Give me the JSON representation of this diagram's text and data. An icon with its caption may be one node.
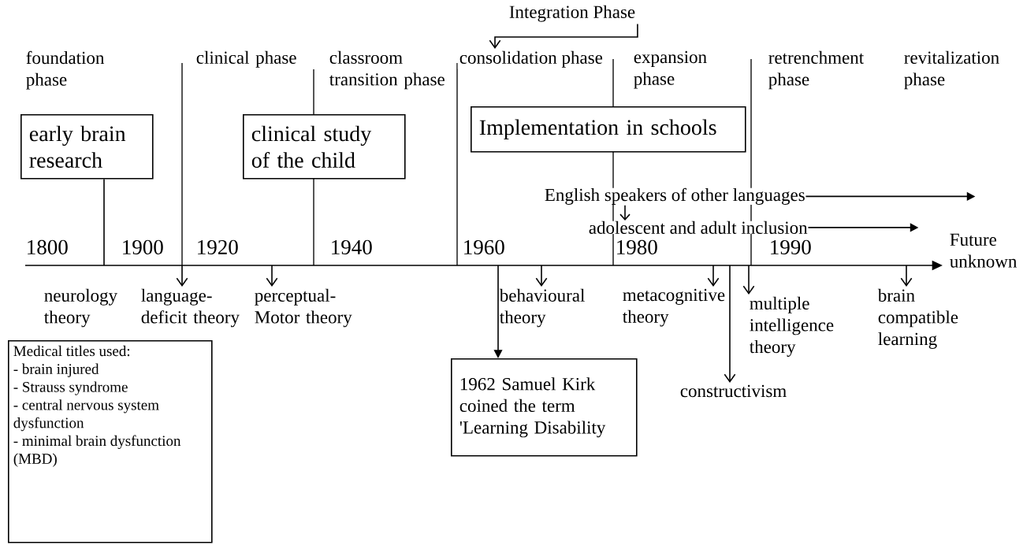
{
  "diagram": {
    "nodes": [
      {
        "text": [
          "Integration Phase"
        ]
      },
      {
        "text": [
          "consolidation phase"
        ]
      },
      {
        "text": [
          "early brain research"
        ]
      },
      {
        "text": [
          "clinical study of the child"
        ]
      },
      {
        "text": [
          "Implementation in schools"
        ]
      },
      {
        "text": [
          "English speakers of other languages"
        ]
      },
      {
        "text": [
          "adolescent and adult inclusion"
        ]
      },
      {
        "text": [
          "language-deficit theory"
        ]
      },
      {
        "text": [
          "perceptual-Motor theory"
        ]
      },
      {
        "text": [
          "behavioural theory"
        ]
      },
      {
        "text": [
          "metacognitive theory"
        ]
      },
      {
        "text": [
          "multiple intelligence theory"
        ]
      },
      {
        "text": [
          "constructivism"
        ]
      },
      {
        "text": [
          "brain compatible learning"
        ]
      },
      {
        "text": [
          "1962 Samuel Kirk coined the term 'Learning Disability"
        ]
      },
      {
        "text": [
          "Medical titles used:",
          "- brain injured",
          "- Strauss syndrome",
          "- central nervous system dysfunction",
          "- minimal brain dysfunction (MBD)"
        ]
      }
    ],
    "edges": [
      {
        "from": 0,
        "to": 1,
        "arrow": "to"
      },
      {
        "from": 2,
        "to": null,
        "arrow": "none"
      },
      {
        "from": 5,
        "to": null,
        "arrow": "to"
      },
      {
        "from": 5,
        "to": 6,
        "arrow": "to"
      },
      {
        "from": 6,
        "to": null,
        "arrow": "to"
      },
      {
        "from": null,
        "to": 7,
        "arrow": "to"
      },
      {
        "from": null,
        "to": 8,
        "arrow": "to"
      },
      {
        "from": null,
        "to": 14,
        "arrow": "to"
      },
      {
        "from": null,
        "to": 9,
        "arrow": "to"
      },
      {
        "from": null,
        "to": 10,
        "arrow": "to"
      },
      {
        "from": null,
        "to": 12,
        "arrow": "to"
      },
      {
        "from": null,
        "to": 11,
        "arrow": "to"
      },
      {
        "from": null,
        "to": 13,
        "arrow": "to"
      }
    ],
    "labels": [
      "foundation phase",
      "clinical phase",
      "classroom transition phase",
      "expansion phase",
      "retrenchment phase",
      "revitalization phase",
      "1800",
      "1900",
      "1920",
      "1940",
      "1960",
      "1980",
      "1990",
      "Future unknown",
      "neurology theory"
    ]
  }
}
